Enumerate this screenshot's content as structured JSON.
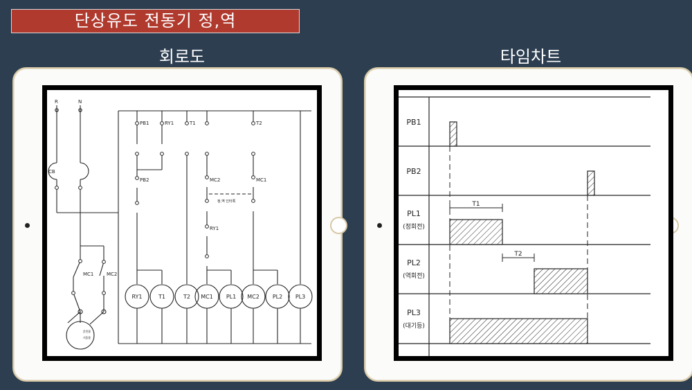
{
  "header": {
    "title": "단상유도 전동기 정,역"
  },
  "panels": {
    "circuit": {
      "title": "회로도"
    },
    "timing": {
      "title": "타임차트"
    }
  },
  "circuit": {
    "terminals": [
      "R",
      "N"
    ],
    "breaker": "CB",
    "contacts": [
      "PB1",
      "RY1",
      "T1",
      "T2",
      "PB2",
      "MC2",
      "MC1",
      "RY1",
      "MC1",
      "MC2"
    ],
    "interlock_note": "정,역 인터록",
    "coils": [
      "RY1",
      "T1",
      "T2",
      "MC1",
      "PL1",
      "MC2",
      "PL2",
      "PL3"
    ],
    "motor_labels": [
      "운전용",
      "기동용"
    ]
  },
  "timing": {
    "rows": [
      {
        "label": "PB1",
        "sub": ""
      },
      {
        "label": "PB2",
        "sub": ""
      },
      {
        "label": "PL1",
        "sub": "(정회전)"
      },
      {
        "label": "PL2",
        "sub": "(역회전)"
      },
      {
        "label": "PL3",
        "sub": "(대기등)"
      }
    ],
    "markers": [
      "T1",
      "T2"
    ]
  }
}
